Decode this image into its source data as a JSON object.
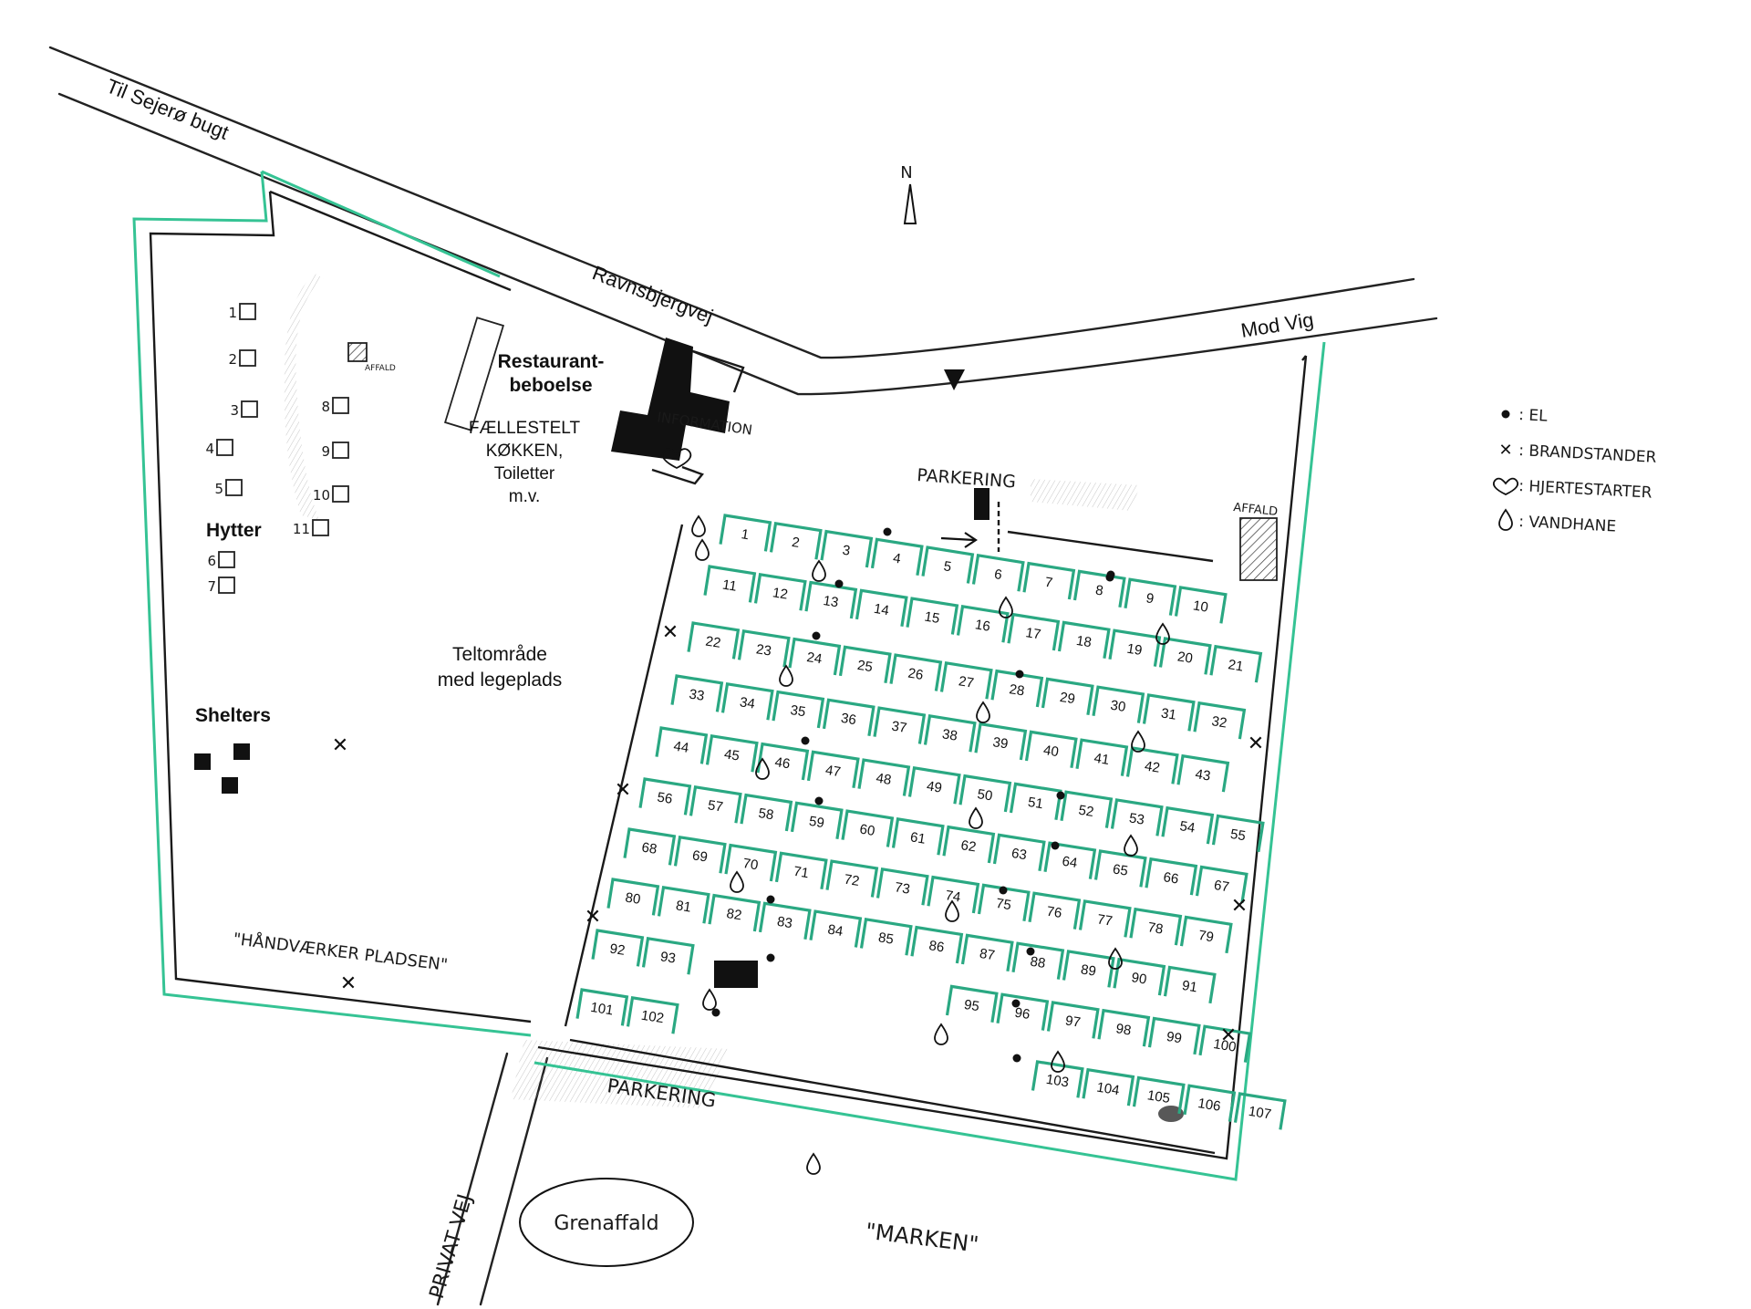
{
  "roads": {
    "to_sejero": "Til Sejerø bugt",
    "main_road": "Ravnsbjergvej",
    "to_vig": "Mod Vig",
    "private_road": "PRIVAT VEJ"
  },
  "north": "N",
  "areas": {
    "restaurant": "Restaurant-\nbeboelse",
    "common": "FÆLLESTELT\nKØKKEN,\nToiletter\nm.v.",
    "information": "INFORMATION",
    "cabins_title": "Hytter",
    "tent_area": "Teltområde\nmed legeplads",
    "shelters": "Shelters",
    "craftsman": "\"HÅNDVÆRKER PLADSEN\"",
    "parking_top": "PARKERING",
    "parking_bottom": "PARKERING",
    "waste_right": "AFFALD",
    "waste_small": "AFFALD",
    "garden_waste": "Grenaffald",
    "field": "\"MARKEN\""
  },
  "cabins": [
    "1",
    "2",
    "3",
    "4",
    "5",
    "6",
    "7",
    "8",
    "9",
    "10",
    "11"
  ],
  "plot_rows": [
    [
      "1",
      "2",
      "3",
      "4",
      "5",
      "6",
      "7",
      "8",
      "9",
      "10"
    ],
    [
      "11",
      "12",
      "13",
      "14",
      "15",
      "16",
      "17",
      "18",
      "19",
      "20",
      "21"
    ],
    [
      "22",
      "23",
      "24",
      "25",
      "26",
      "27",
      "28",
      "29",
      "30",
      "31",
      "32"
    ],
    [
      "33",
      "34",
      "35",
      "36",
      "37",
      "38",
      "39",
      "40",
      "41",
      "42",
      "43"
    ],
    [
      "44",
      "45",
      "46",
      "47",
      "48",
      "49",
      "50",
      "51",
      "52",
      "53",
      "54",
      "55"
    ],
    [
      "56",
      "57",
      "58",
      "59",
      "60",
      "61",
      "62",
      "63",
      "64",
      "65",
      "66",
      "67"
    ],
    [
      "68",
      "69",
      "70",
      "71",
      "72",
      "73",
      "74",
      "75",
      "76",
      "77",
      "78",
      "79"
    ],
    [
      "80",
      "81",
      "82",
      "83",
      "84",
      "85",
      "86",
      "87",
      "88",
      "89",
      "90",
      "91"
    ],
    [
      "92",
      "93",
      "95",
      "96",
      "97",
      "98",
      "99",
      "100"
    ],
    [
      "101",
      "102",
      "103",
      "104",
      "105",
      "106",
      "107"
    ]
  ],
  "legend": [
    {
      "symbol": "el",
      "text": ": EL"
    },
    {
      "symbol": "x",
      "text": ": BRANDSTANDER"
    },
    {
      "symbol": "heart",
      "text": ": HJERTESTARTER"
    },
    {
      "symbol": "drop",
      "text": ": VANDHANE"
    }
  ],
  "colors": {
    "boundary": "#35c394",
    "plots": "#2aa882",
    "ink": "#111111"
  }
}
